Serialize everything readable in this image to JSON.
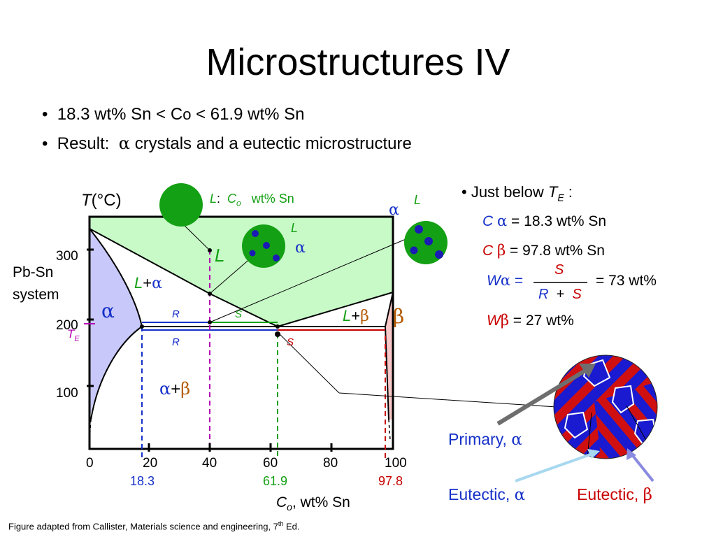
{
  "slide": {
    "title": "Microstructures IV",
    "bullets": [
      "18.3 wt% Sn < C",
      "o",
      " < 61.9 wt% Sn",
      "Result:",
      "crystals and a eutectic microstructure"
    ]
  },
  "diagram": {
    "yaxis_T": "T",
    "yaxis_unit": "(°C)",
    "system_label_line1": "Pb-Sn",
    "system_label_line2": "system",
    "y_ticks": [
      "300",
      "200",
      "100"
    ],
    "x_ticks": [
      "0",
      "20",
      "40",
      "60",
      "80",
      "100"
    ],
    "comp_marks": [
      "18.3",
      "61.9",
      "97.8"
    ],
    "xlabel_C": "C",
    "xlabel_sub": "o",
    "xlabel_rest": ", wt% Sn",
    "TE": "T",
    "TE_sub": "E",
    "L_label": "L",
    "L_alpha": "L",
    "L_beta": "L",
    "L_Co_L": "L",
    "L_Co_colon": ":",
    "L_Co_C": "C",
    "L_Co_sub": "o",
    "L_Co_rest": "wt% Sn",
    "R": "R",
    "S": "S",
    "R2": "R",
    "S2": "S",
    "blob_L": "L",
    "blob2_L": "L",
    "alpha": "α",
    "beta": "β",
    "plus": "+",
    "colors": {
      "liquid": "#c8fac8",
      "alpha_region": "#c8c8fa",
      "beta_region": "#fac8c8",
      "blue": "#1530c8",
      "green": "#14a014",
      "red": "#c80000",
      "magenta": "#b400b4"
    }
  },
  "right_panel": {
    "intro": "• Just below ",
    "intro_T": "T",
    "intro_sub": "E",
    "intro_colon": " :",
    "c_alpha_C": "C",
    "c_alpha_val": " = 18.3 wt% Sn",
    "c_beta_C": "C",
    "c_beta_val": " = 97.8 wt% Sn",
    "w_alpha_W": "W",
    "w_alpha_eq": "=",
    "frac_num": "S",
    "frac_den_R": "R",
    "frac_den_plus": "+",
    "frac_den_S": "S",
    "w_alpha_result": "= 73 wt%",
    "w_beta_W": "W",
    "w_beta_val": " = 27 wt%"
  },
  "micro_labels": {
    "primary": "Primary,",
    "eutectic_a": "Eutectic,",
    "eutectic_b": "Eutectic,"
  },
  "footer": {
    "text_pre": "Figure adapted from Callister, Materials science and engineering, 7",
    "sup": "th",
    "text_post": " Ed."
  }
}
